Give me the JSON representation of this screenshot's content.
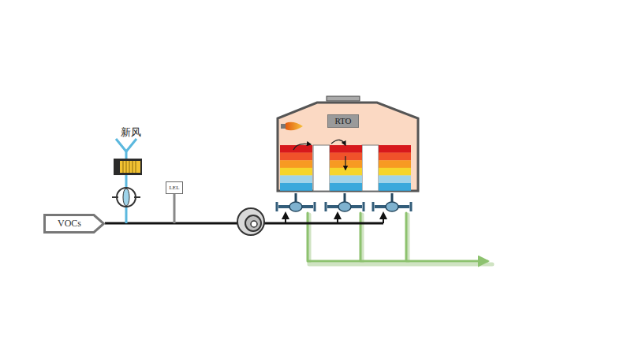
{
  "diagram": {
    "nodes": [
      {
        "text": [
          "VOCs"
        ]
      },
      {
        "text": [
          "LEL"
        ]
      },
      {
        "text": [
          "RTO"
        ]
      }
    ],
    "labels": [
      "新风"
    ]
  }
}
